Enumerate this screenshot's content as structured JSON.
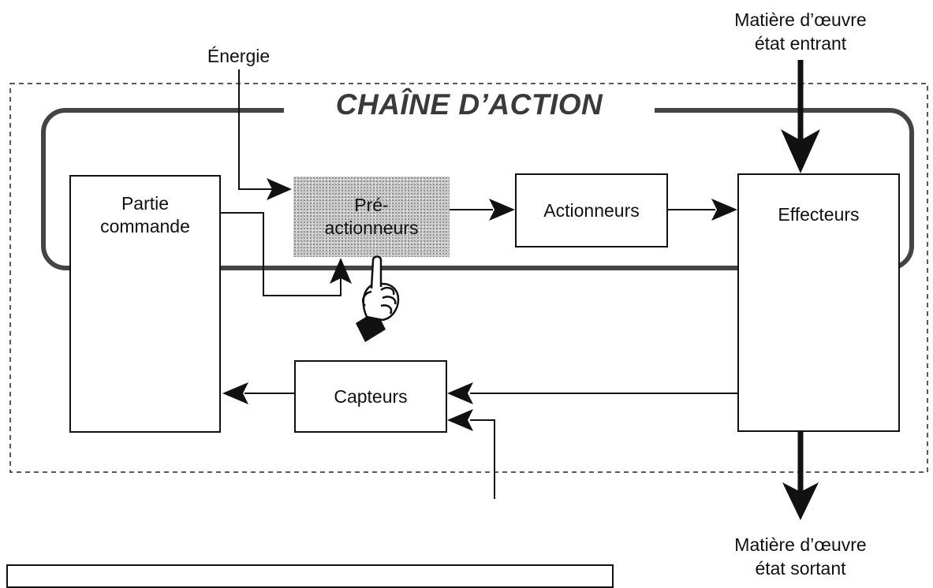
{
  "diagram": {
    "title": "CHAÎNE D’ACTION",
    "inputs": {
      "energy": "Énergie",
      "material_in_line1": "Matière d’œuvre",
      "material_in_line2": "état entrant"
    },
    "outputs": {
      "material_out_line1": "Matière d’œuvre",
      "material_out_line2": "état sortant"
    },
    "blocks": {
      "control_line1": "Partie",
      "control_line2": "commande",
      "preactuators_line1": "Pré-",
      "preactuators_line2": "actionneurs",
      "actuators": "Actionneurs",
      "effectors": "Effecteurs",
      "sensors": "Capteurs"
    },
    "icons": {
      "pointer": "pointing-hand-icon"
    }
  }
}
